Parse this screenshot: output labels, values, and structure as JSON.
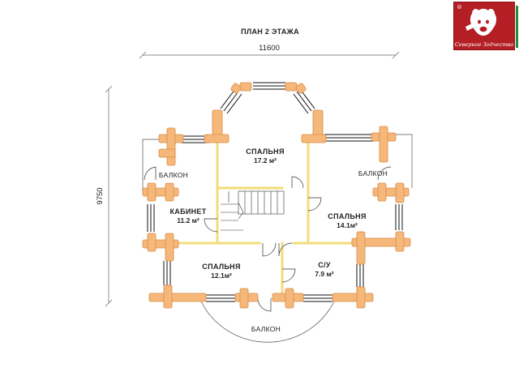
{
  "plan": {
    "title": "ПЛАН 2 ЭТАЖА",
    "width_dimension": "11600",
    "height_dimension": "9750"
  },
  "rooms": {
    "bedroom_top": {
      "name": "СПАЛЬНЯ",
      "area": "17.2 м²"
    },
    "study": {
      "name": "КАБИНЕТ",
      "area": "11.2 м²"
    },
    "bedroom_right": {
      "name": "СПАЛЬНЯ",
      "area": "14.1м²"
    },
    "bedroom_bottom": {
      "name": "СПАЛЬНЯ",
      "area": "12.1м²"
    },
    "bathroom": {
      "name": "С/У",
      "area": "7.9 м²"
    }
  },
  "balconies": {
    "left": "БАЛКОН",
    "right": "БАЛКОН",
    "bottom": "БАЛКОН"
  },
  "logo": {
    "brand": "Северное Зодчество",
    "registered_mark": "®",
    "color": "#b31f24",
    "accent": "#2a8a3a"
  },
  "colors": {
    "log": "#f6b87a",
    "partition": "#f0dd7a"
  }
}
